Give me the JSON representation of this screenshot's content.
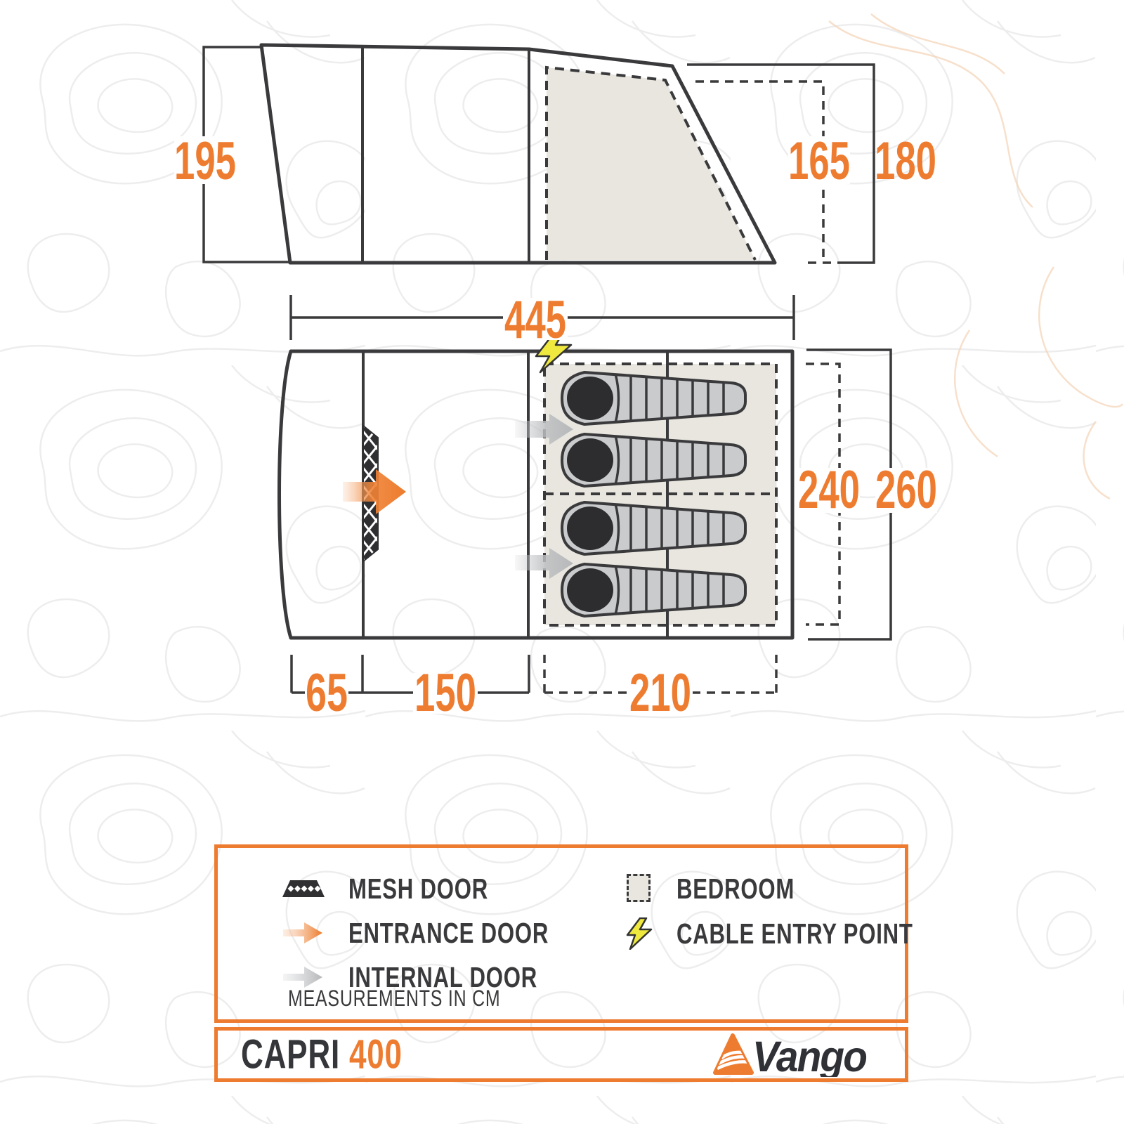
{
  "title_bar": {
    "model": "CAPRI",
    "size": "400",
    "brand": "Vango"
  },
  "legend": {
    "items_left": [
      {
        "icon": "mesh-door-icon",
        "label": "MESH DOOR"
      },
      {
        "icon": "entrance-door-arrow-icon",
        "label": "ENTRANCE DOOR"
      },
      {
        "icon": "internal-door-arrow-icon",
        "label": "INTERNAL DOOR"
      }
    ],
    "items_right": [
      {
        "icon": "bedroom-swatch-icon",
        "label": "BEDROOM"
      },
      {
        "icon": "cable-entry-icon",
        "label": "CABLE ENTRY POINT"
      }
    ],
    "note": "MEASUREMENTS IN CM"
  },
  "dimensions": {
    "height_front": "195",
    "height_bedroom_inner": "165",
    "height_max": "180",
    "length_total": "445",
    "bedroom_width": "240",
    "width_total": "260",
    "porch_depth": "65",
    "living_depth": "150",
    "bedroom_depth": "210"
  },
  "colors": {
    "accent": "#EE7C30",
    "line": "#3A3A3C",
    "bedroom_fill": "#E9E6DF",
    "bag_fill": "#C9CBCC",
    "bag_head": "#2D2D2F",
    "internal_arrow": "#B5B7B9",
    "cable_yellow": "#EFE93F"
  }
}
